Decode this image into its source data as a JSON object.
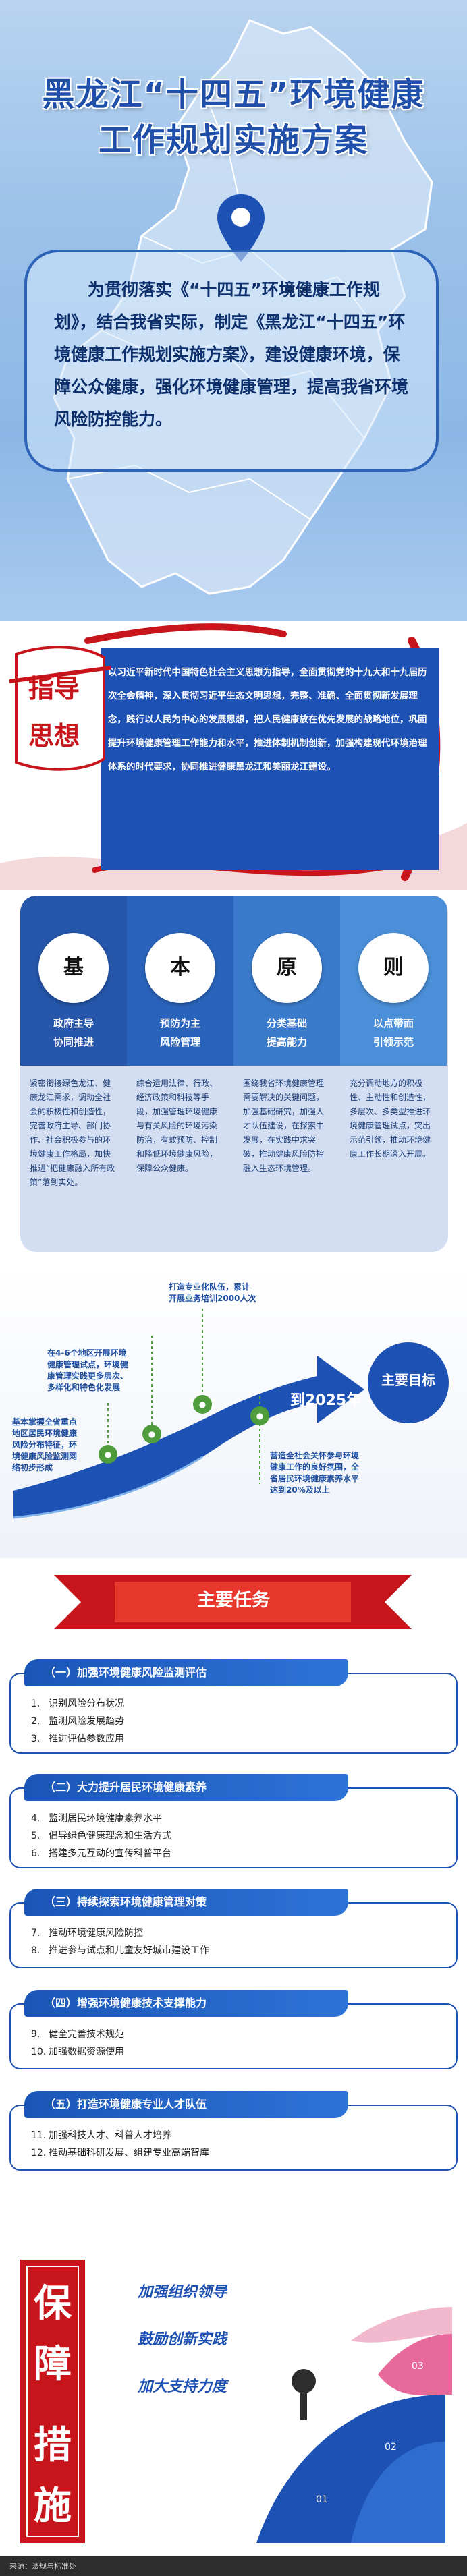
{
  "hero": {
    "title_line1": "黑龙江“十四五”环境健康",
    "title_line2": "工作规划实施方案",
    "intro": "为贯彻落实《“十四五”环境健康工作规划》，结合我省实际，制定《黑龙江“十四五”环境健康工作规划实施方案》，建设健康环境，保障公众健康，强化环境健康管理，提高我省环境风险防控能力。"
  },
  "ideology": {
    "badge_char1": "指导",
    "badge_char2": "思想",
    "text": "以习近平新时代中国特色社会主义思想为指导，全面贯彻党的十九大和十九届历次全会精神，深入贯彻习近平生态文明思想，完整、准确、全面贯彻新发展理念，践行以人民为中心的发展思想，把人民健康放在优先发展的战略地位，巩固提升环境健康管理工作能力和水平，推进体制机制创新，加强构建现代环境治理体系的时代要求，协同推进健康黑龙江和美丽龙江建设。"
  },
  "principles": {
    "items": [
      {
        "char": "基",
        "title": "政府主导\n协同推进",
        "desc": "紧密衔接绿色龙江、健康龙江需求，调动全社会的积极性和创造性，完善政府主导、部门协作、社会积极参与的环境健康工作格局，加快推进“把健康融入所有政策”落到实处。",
        "bg": "#2556aa"
      },
      {
        "char": "本",
        "title": "预防为主\n风险管理",
        "desc": "综合运用法律、行政、经济政策和科技等手段，加强管理环境健康与有关风险的环境污染防治，有效预防、控制和降低环境健康风险，保障公众健康。",
        "bg": "#2a63bb"
      },
      {
        "char": "原",
        "title": "分类基础\n提高能力",
        "desc": "围绕我省环境健康管理需要解决的关键问题，加强基础研究，加强人才队伍建设，在探索中发展，在实践中求突破，推动健康风险防控融入生态环境管理。",
        "bg": "#3a7bcc"
      },
      {
        "char": "则",
        "title": "以点带面\n引领示范",
        "desc": "充分调动地方的积极性、主动性和创造性，多层次、多类型推进环境健康管理试点，突出示范引领，推动环境健康工作长期深入开展。",
        "bg": "#4a8fd8"
      }
    ]
  },
  "roadmap": {
    "year": "到2025年",
    "goal": "主要目标",
    "notes": [
      "打造专业化队伍，累计\n开展业务培训2000人次",
      "在4-6个地区开展环境\n健康管理试点，环境健\n康管理实践更多层次、\n多样化和特色化发展",
      "基本掌握全省重点\n地区居民环境健康\n风险分布特征，环\n境健康风险监测网\n络初步形成",
      "营造全社会关怀参与环境\n健康工作的良好氛围，全\n省居民环境健康素养水平\n达到20%及以上"
    ]
  },
  "tasks": {
    "banner": "主要任务",
    "groups": [
      {
        "title": "（一）加强环境健康风险监测评估",
        "items": [
          {
            "num": "1.",
            "text": "识别风险分布状况"
          },
          {
            "num": "2.",
            "text": "监测风险发展趋势"
          },
          {
            "num": "3.",
            "text": "推进评估参数应用"
          }
        ]
      },
      {
        "title": "（二）大力提升居民环境健康素养",
        "items": [
          {
            "num": "4.",
            "text": "监测居民环境健康素养水平"
          },
          {
            "num": "5.",
            "text": "倡导绿色健康理念和生活方式"
          },
          {
            "num": "6.",
            "text": "搭建多元互动的宣传科普平台"
          }
        ]
      },
      {
        "title": "（三）持续探索环境健康管理对策",
        "items": [
          {
            "num": "7.",
            "text": "推动环境健康风险防控"
          },
          {
            "num": "8.",
            "text": "推进参与试点和儿童友好城市建设工作"
          }
        ]
      },
      {
        "title": "（四）增强环境健康技术支撑能力",
        "items": [
          {
            "num": "9.",
            "text": "健全完善技术规范"
          },
          {
            "num": "10.",
            "text": "加强数据资源使用"
          }
        ]
      },
      {
        "title": "（五）打造环境健康专业人才队伍",
        "items": [
          {
            "num": "11.",
            "text": "加强科技人才、科普人才培养"
          },
          {
            "num": "12.",
            "text": "推动基础科研发展、组建专业高端智库"
          }
        ]
      }
    ]
  },
  "guarantees": {
    "label_chars": [
      "保",
      "障",
      "措",
      "施"
    ],
    "items": [
      "加强组织领导",
      "鼓励创新实践",
      "加大支持力度"
    ],
    "nums": [
      "01",
      "02",
      "03"
    ]
  },
  "footer": {
    "source": "来源：法规与标准处"
  }
}
